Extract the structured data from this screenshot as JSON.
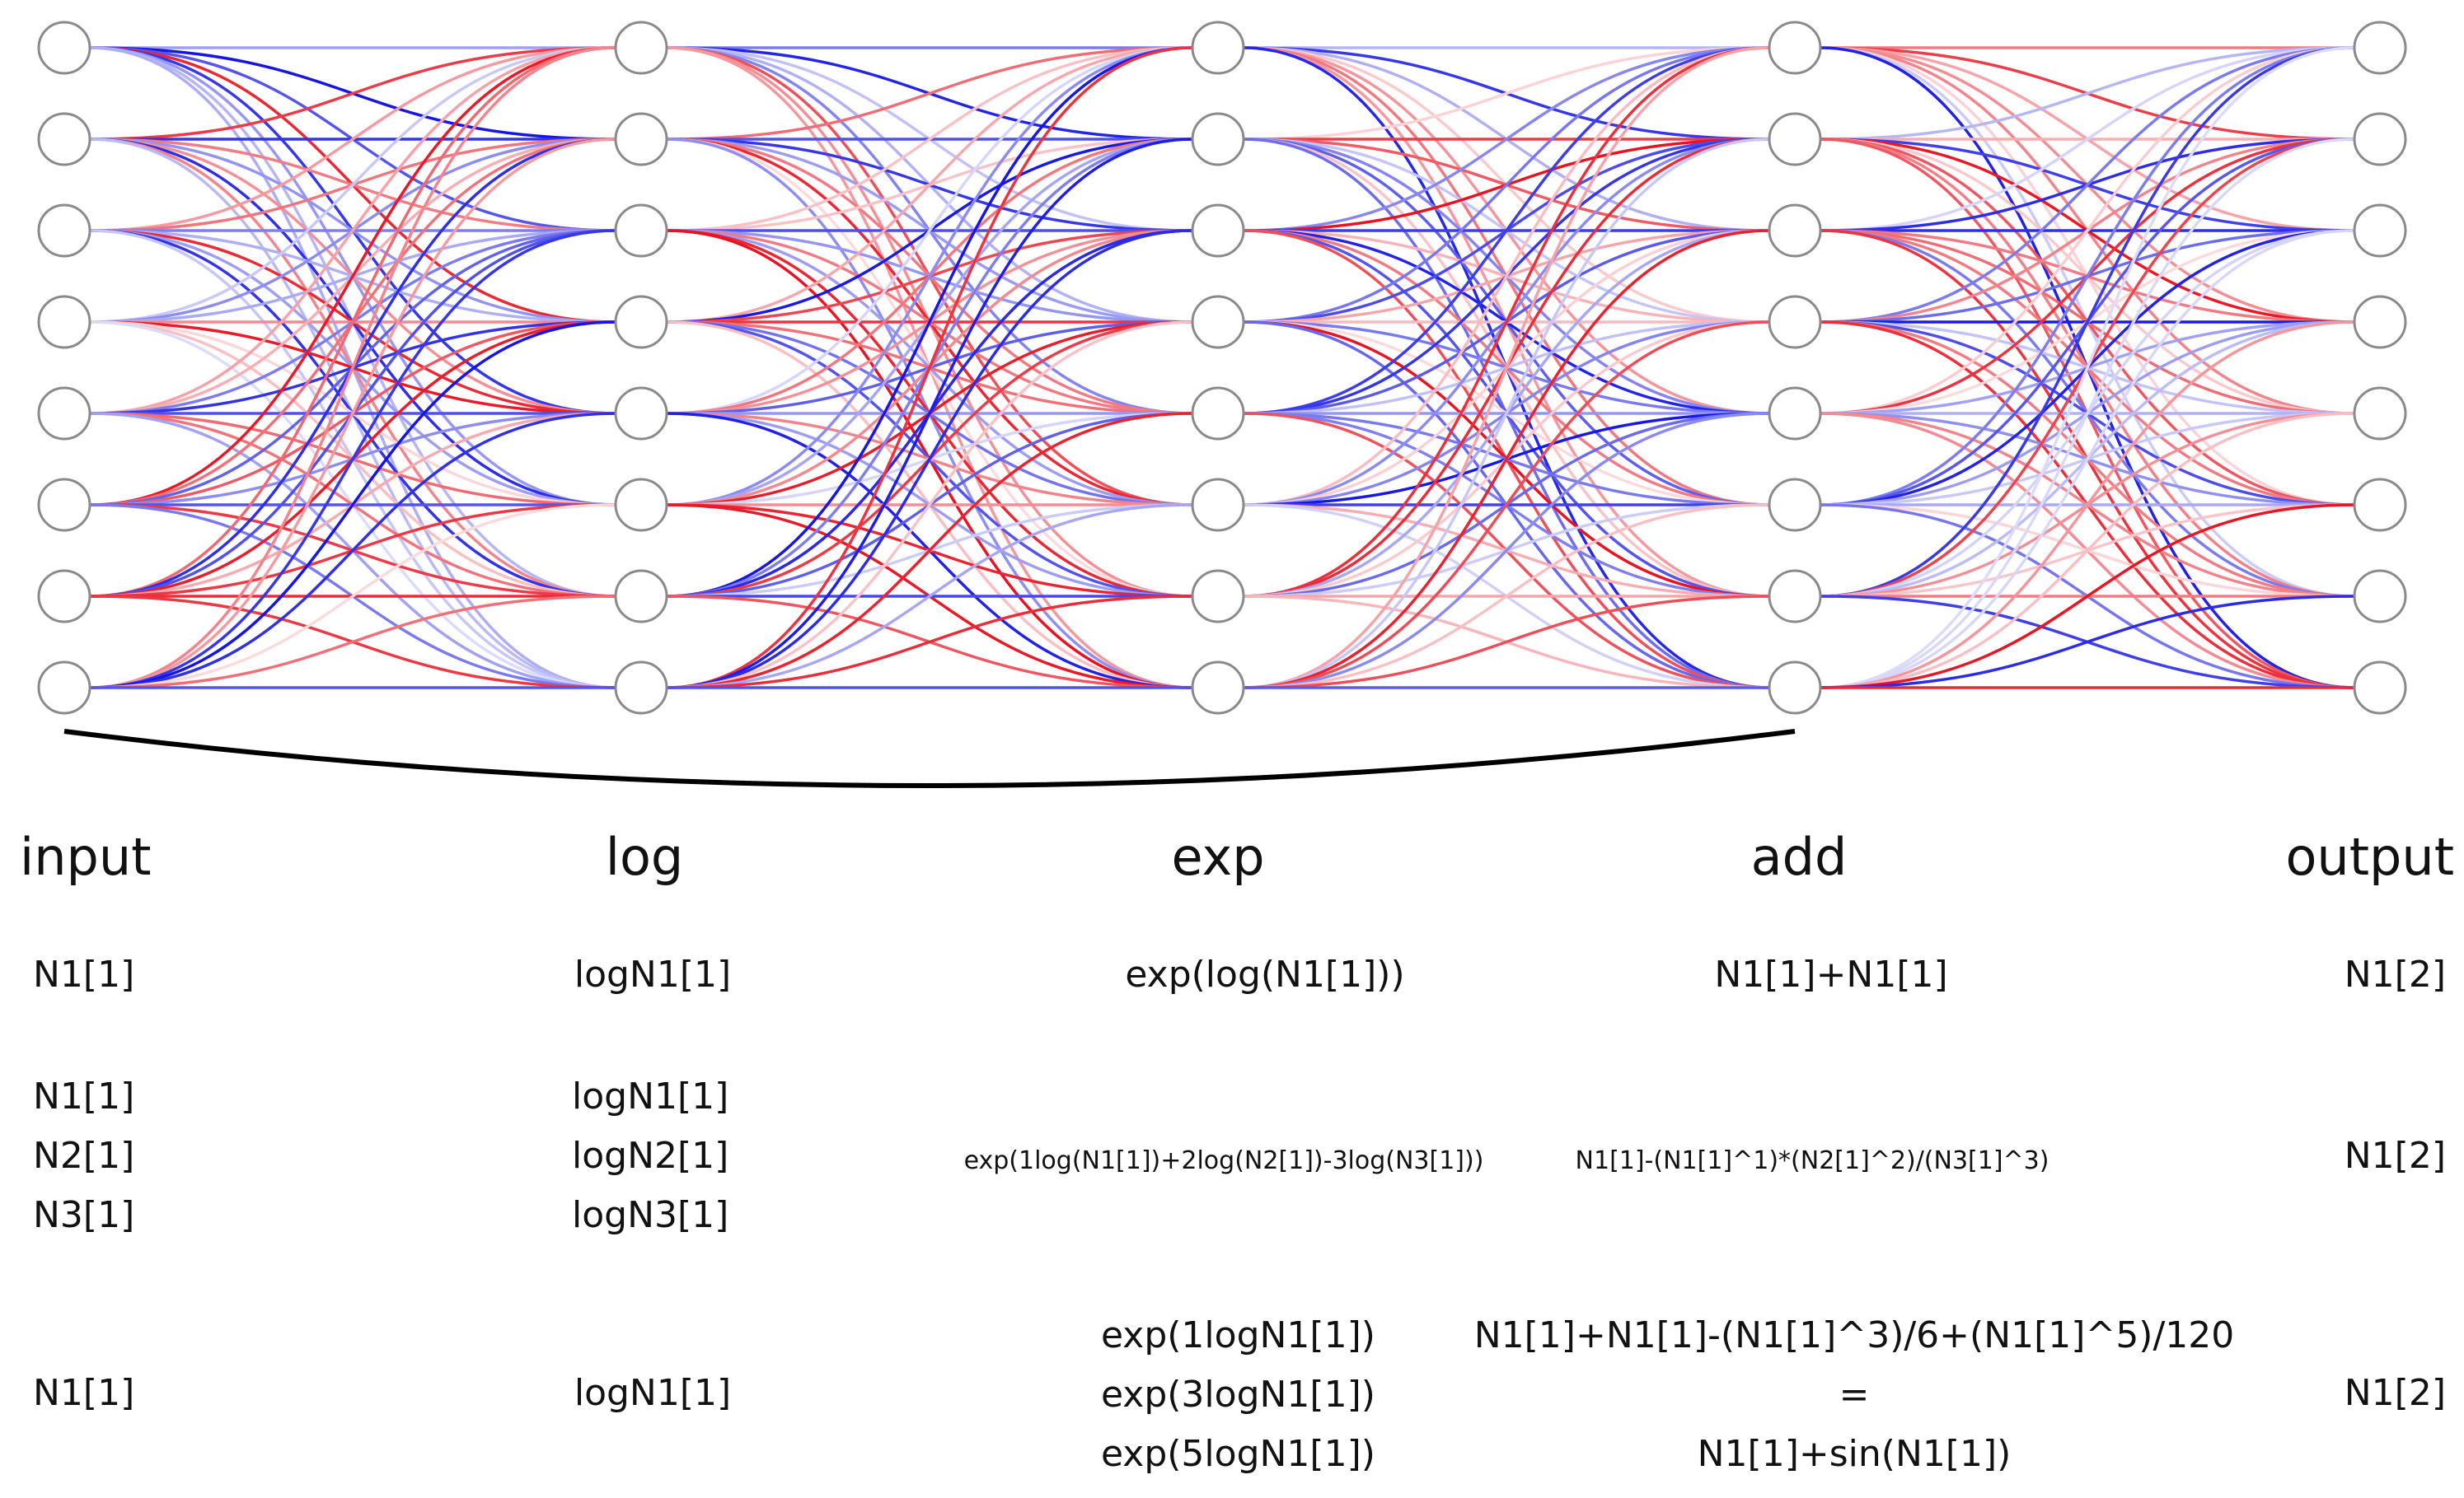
{
  "network": {
    "layer_count": 5,
    "nodes_per_layer": 8,
    "edge_colors": {
      "positive": "#e8101e",
      "negative": "#1414e6"
    },
    "node_stroke": "#8a8a8a",
    "brace_color": "#000000"
  },
  "layers": [
    "input",
    "log",
    "exp",
    "add",
    "output"
  ],
  "rows": [
    {
      "input": [
        "N1[1]"
      ],
      "log": [
        "logN1[1]"
      ],
      "exp": [
        "exp(log(N1[1]))"
      ],
      "add": [
        "N1[1]+N1[1]"
      ],
      "output": [
        "N1[2]"
      ]
    },
    {
      "input": [
        "N1[1]",
        "N2[1]",
        "N3[1]"
      ],
      "log": [
        "logN1[1]",
        "logN2[1]",
        "logN3[1]"
      ],
      "exp": [
        "exp(1log(N1[1])+2log(N2[1])-3log(N3[1]))"
      ],
      "add": [
        "N1[1]-(N1[1]^1)*(N2[1]^2)/(N3[1]^3)"
      ],
      "output": [
        "N1[2]"
      ]
    },
    {
      "input": [
        "N1[1]"
      ],
      "log": [
        "logN1[1]"
      ],
      "exp": [
        "exp(1logN1[1])",
        "exp(3logN1[1])",
        "exp(5logN1[1])"
      ],
      "add": [
        "N1[1]+N1[1]-(N1[1]^3)/6+(N1[1]^5)/120",
        "=",
        "N1[1]+sin(N1[1])"
      ],
      "output": [
        "N1[2]"
      ]
    }
  ]
}
